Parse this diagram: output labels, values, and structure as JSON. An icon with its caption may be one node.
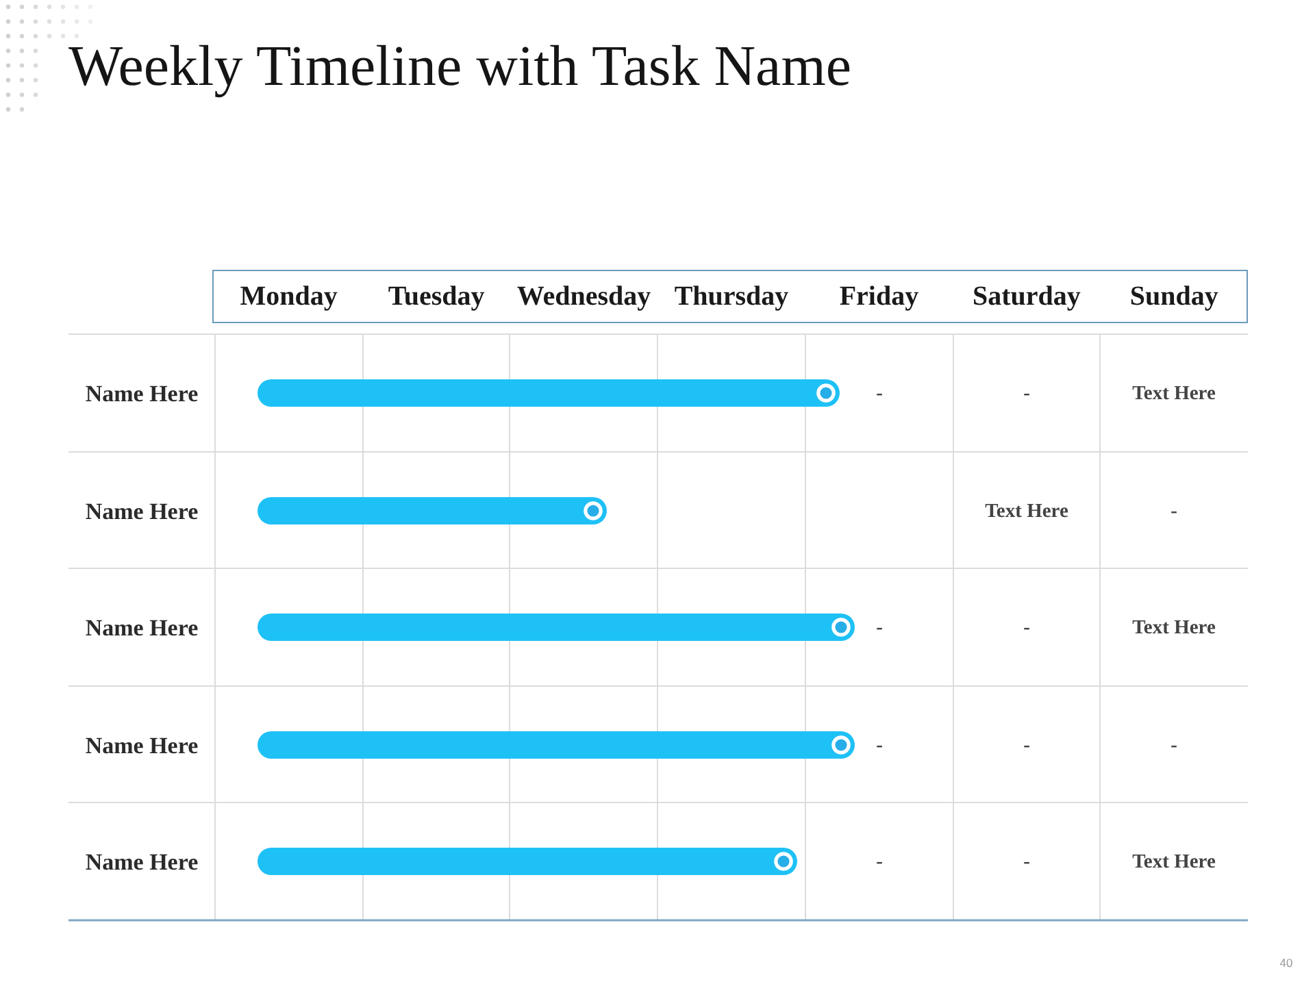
{
  "diagram": {
    "title": "Weekly Timeline with Task Name",
    "nodes": [
      {
        "text": [
          "Monday",
          "Tuesday",
          "Wednesday",
          "Thursday",
          "Friday",
          "Saturday",
          "Sunday"
        ]
      },
      {
        "text": [],
        "shape": "bar"
      },
      {
        "text": [],
        "shape": "bar"
      },
      {
        "text": [],
        "shape": "bar"
      },
      {
        "text": [],
        "shape": "bar"
      },
      {
        "text": [],
        "shape": "bar"
      }
    ],
    "labels": [
      "Name Here",
      "-",
      "-",
      "Text Here",
      "Name Here",
      "Text Here",
      "-",
      "Name Here",
      "-",
      "-",
      "Text Here",
      "Name Here",
      "-",
      "-",
      "-",
      "Name Here",
      "-",
      "-",
      "Text Here",
      "40"
    ]
  }
}
